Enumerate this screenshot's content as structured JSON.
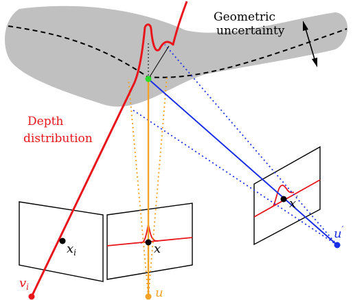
{
  "labels": {
    "geometric_uncertainty_line1": "Geometric",
    "geometric_uncertainty_line2": "uncertainty",
    "depth_distribution_line1": "Depth",
    "depth_distribution_line2": "distribution"
  },
  "points": {
    "x_i": {
      "base": "x",
      "sub": "i"
    },
    "x": {
      "base": "x"
    },
    "x_prime": {
      "base": "x",
      "sup": "′"
    },
    "v_i": {
      "base": "v",
      "sub": "i"
    },
    "u": {
      "base": "u"
    },
    "u_prime": {
      "base": "u",
      "sup": "′"
    }
  },
  "colors": {
    "band": "#c0c0c0",
    "red": "#e8151b",
    "blue": "#1a2fe6",
    "orange": "#f3a225",
    "green": "#2ddb2d",
    "black": "#000000"
  }
}
